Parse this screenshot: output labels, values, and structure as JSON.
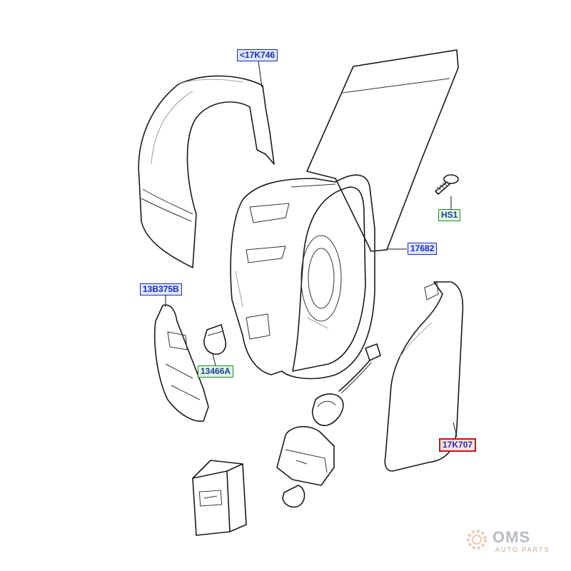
{
  "labels": {
    "mirror_cover": "<17K746",
    "mirror_glass_backing": "17682",
    "screw": "HS1",
    "indicator_lens": "13B375B",
    "indicator_bulb": "13466A",
    "mirror_glass": "17K707"
  },
  "watermark": {
    "brand": "OMS",
    "tagline": "AUTO PARTS"
  },
  "colors": {
    "blue_label": "#1a2db5",
    "green_border": "#1f8a2e",
    "red_border": "#d0101a"
  }
}
